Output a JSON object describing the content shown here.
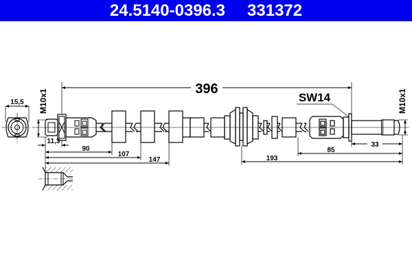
{
  "header": {
    "part_number": "24.5140-0396.3",
    "ref_number": "331372",
    "background_color": "#0000ee",
    "text_color": "#ffffff"
  },
  "drawing": {
    "total_length": "396",
    "wrench_size": "SW14",
    "thread_left": "M10x1",
    "thread_right": "M10x1",
    "end_view_width": "15,5",
    "fitting_length_left": "11,3",
    "dim_90": "90",
    "dim_107": "107",
    "dim_147": "147",
    "dim_193": "193",
    "dim_85": "85",
    "dim_33": "33"
  }
}
